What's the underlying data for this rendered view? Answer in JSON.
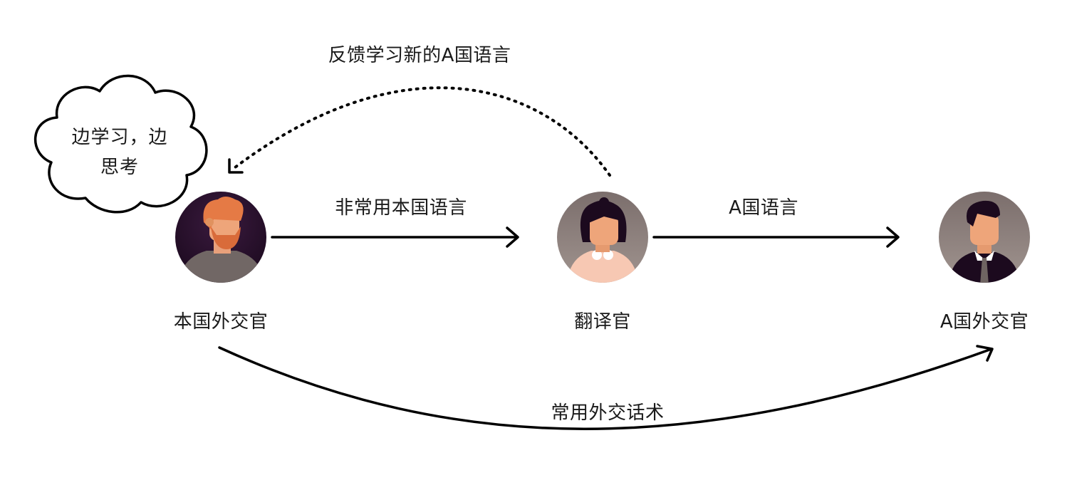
{
  "people": [
    {
      "id": "local-diplomat",
      "label": "本国外交官"
    },
    {
      "id": "translator",
      "label": "翻译官"
    },
    {
      "id": "foreign-diplomat",
      "label": "A国外交官"
    }
  ],
  "edges": {
    "local_to_translator": "非常用本国语言",
    "translator_to_foreign": "A国语言",
    "feedback": "反馈学习新的A国语言",
    "local_to_foreign": "常用外交话术"
  },
  "thought_bubble": "边学习，边思考",
  "colors": {
    "line": "#000000",
    "avatar_bg_dark": "#2b0f2f",
    "avatar_bg_gray": "#8a7d7b",
    "hair_orange": "#e57a45",
    "skin": "#eea57a",
    "hair_dark": "#1c0a1e",
    "collar_pink": "#f5c2ac"
  }
}
